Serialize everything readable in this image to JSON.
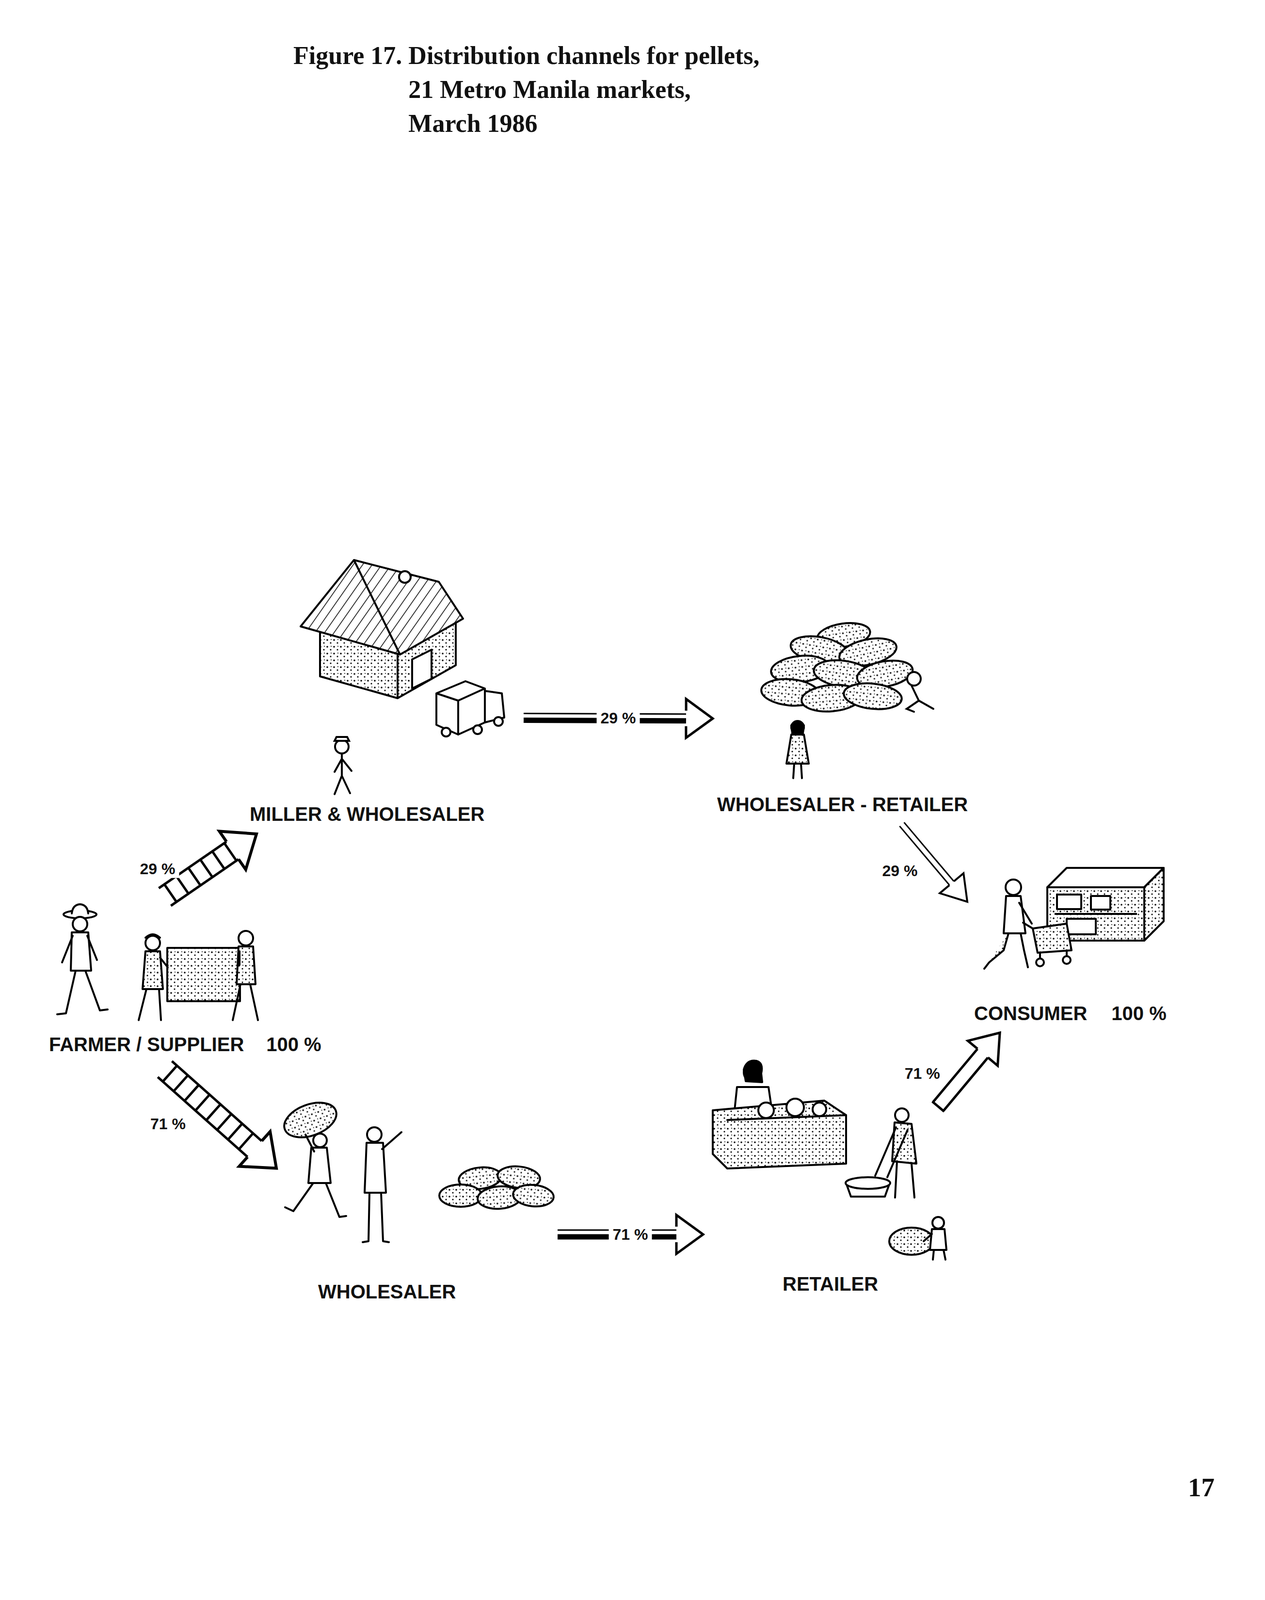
{
  "diagram": {
    "title": "Figure 17. Distribution channels for pellets, 21 Metro Manila markets, March 1986",
    "nodes": [
      {
        "text": [
          "FARMER / SUPPLIER",
          "100 %"
        ]
      },
      {
        "text": [
          "MILLER & WHOLESALER"
        ]
      },
      {
        "text": [
          "WHOLESALER - RETAILER"
        ]
      },
      {
        "text": [
          "CONSUMER",
          "100 %"
        ]
      },
      {
        "text": [
          "WHOLESALER"
        ]
      },
      {
        "text": [
          "RETAILER"
        ]
      }
    ],
    "edges": [
      {
        "from": 0,
        "to": 1,
        "arrow": "to",
        "label": "29 %"
      },
      {
        "from": 1,
        "to": 2,
        "arrow": "to",
        "label": "29 %"
      },
      {
        "from": 2,
        "to": 3,
        "arrow": "to",
        "label": "29 %"
      },
      {
        "from": 0,
        "to": 4,
        "arrow": "to",
        "label": "71 %"
      },
      {
        "from": 4,
        "to": 5,
        "arrow": "to",
        "label": "71 %"
      },
      {
        "from": 5,
        "to": 3,
        "arrow": "to",
        "label": "71 %"
      }
    ],
    "labels": [
      "17"
    ]
  }
}
